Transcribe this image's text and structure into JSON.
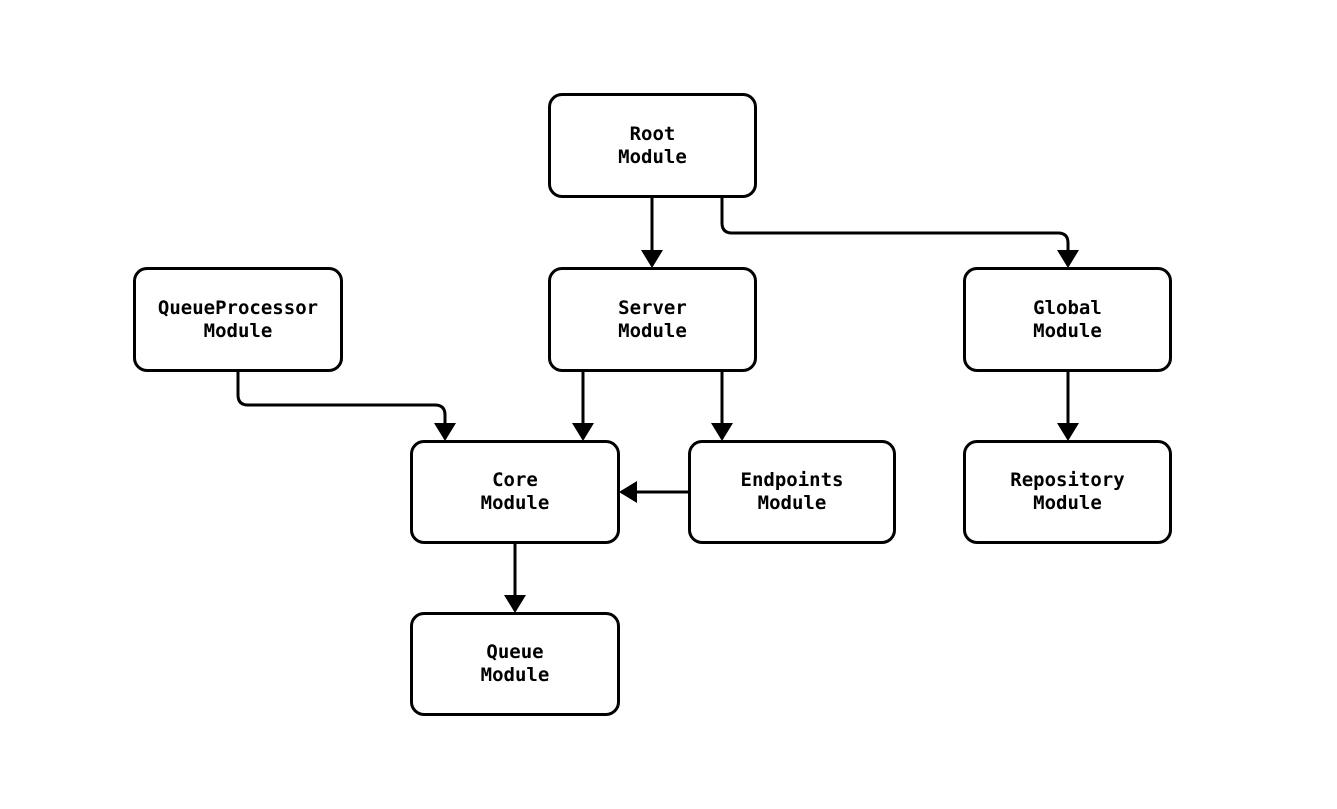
{
  "diagram": {
    "type": "module-dependency-flowchart",
    "background_color": "#ffffff",
    "node_fill_color": "#ffffff",
    "node_border_color": "#000000",
    "edge_color": "#000000",
    "text_color": "#000000",
    "nodes": [
      {
        "id": "root",
        "line1": "Root",
        "line2": "Module"
      },
      {
        "id": "queueprocessor",
        "line1": "QueueProcessor",
        "line2": "Module"
      },
      {
        "id": "server",
        "line1": "Server",
        "line2": "Module"
      },
      {
        "id": "global",
        "line1": "Global",
        "line2": "Module"
      },
      {
        "id": "core",
        "line1": "Core",
        "line2": "Module"
      },
      {
        "id": "endpoints",
        "line1": "Endpoints",
        "line2": "Module"
      },
      {
        "id": "repository",
        "line1": "Repository",
        "line2": "Module"
      },
      {
        "id": "queue",
        "line1": "Queue",
        "line2": "Module"
      }
    ],
    "edges": [
      {
        "from": "root",
        "to": "server"
      },
      {
        "from": "root",
        "to": "global"
      },
      {
        "from": "queueprocessor",
        "to": "core"
      },
      {
        "from": "server",
        "to": "core"
      },
      {
        "from": "server",
        "to": "endpoints"
      },
      {
        "from": "endpoints",
        "to": "core"
      },
      {
        "from": "global",
        "to": "repository"
      },
      {
        "from": "core",
        "to": "queue"
      }
    ]
  }
}
